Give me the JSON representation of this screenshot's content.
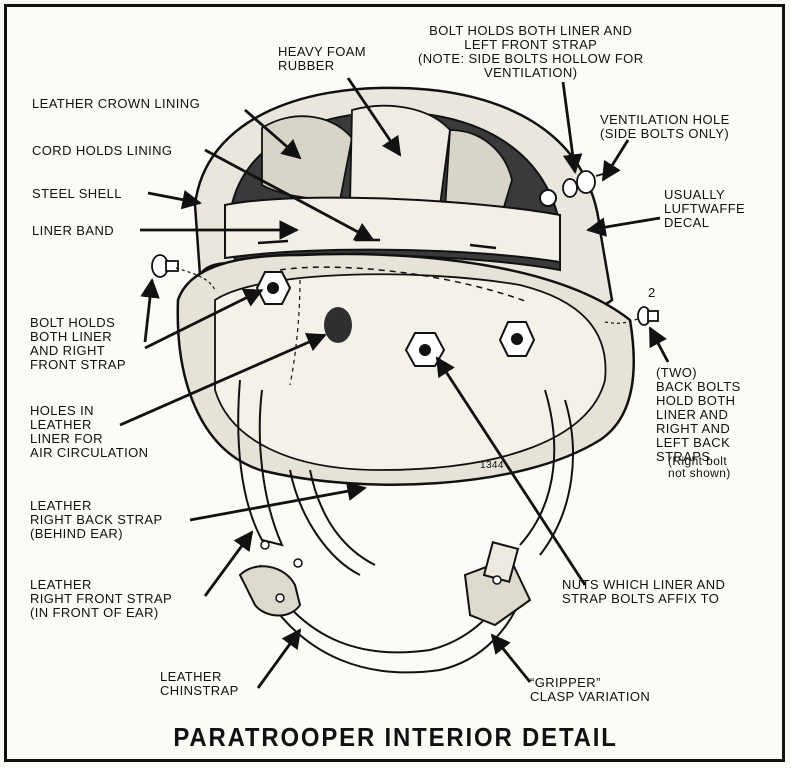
{
  "title": "PARATROOPER INTERIOR DETAIL",
  "stamp_number": "1344",
  "bolt_count_marker": "2",
  "labels": {
    "heavy_foam": "HEAVY FOAM\nRUBBER",
    "bolt_left_front": "BOLT HOLDS BOTH LINER AND\nLEFT FRONT STRAP\n(NOTE: SIDE BOLTS HOLLOW FOR\nVENTILATION)",
    "leather_crown": "LEATHER CROWN LINING",
    "ventilation_hole": "VENTILATION HOLE\n(SIDE BOLTS ONLY)",
    "cord_holds": "CORD HOLDS LINING",
    "steel_shell": "STEEL SHELL",
    "luftwaffe_decal": "USUALLY\nLUFTWAFFE\nDECAL",
    "liner_band": "LINER BAND",
    "bolt_right_front": "BOLT HOLDS\nBOTH LINER\nAND RIGHT\nFRONT STRAP",
    "back_bolts": "(TWO)\nBACK BOLTS\nHOLD BOTH\nLINER AND\nRIGHT AND\nLEFT BACK\nSTRAPS",
    "back_bolts_note": "(Right bolt\nnot shown)",
    "holes_liner": "HOLES IN\nLEATHER\nLINER FOR\nAIR CIRCULATION",
    "right_back_strap": "LEATHER\nRIGHT BACK STRAP\n(BEHIND EAR)",
    "right_front_strap": "LEATHER\nRIGHT FRONT STRAP\n(IN FRONT OF EAR)",
    "nuts": "NUTS WHICH LINER AND\nSTRAP BOLTS AFFIX TO",
    "chinstrap": "LEATHER\nCHINSTRAP",
    "gripper": "“GRIPPER”\nCLASP VARIATION"
  }
}
